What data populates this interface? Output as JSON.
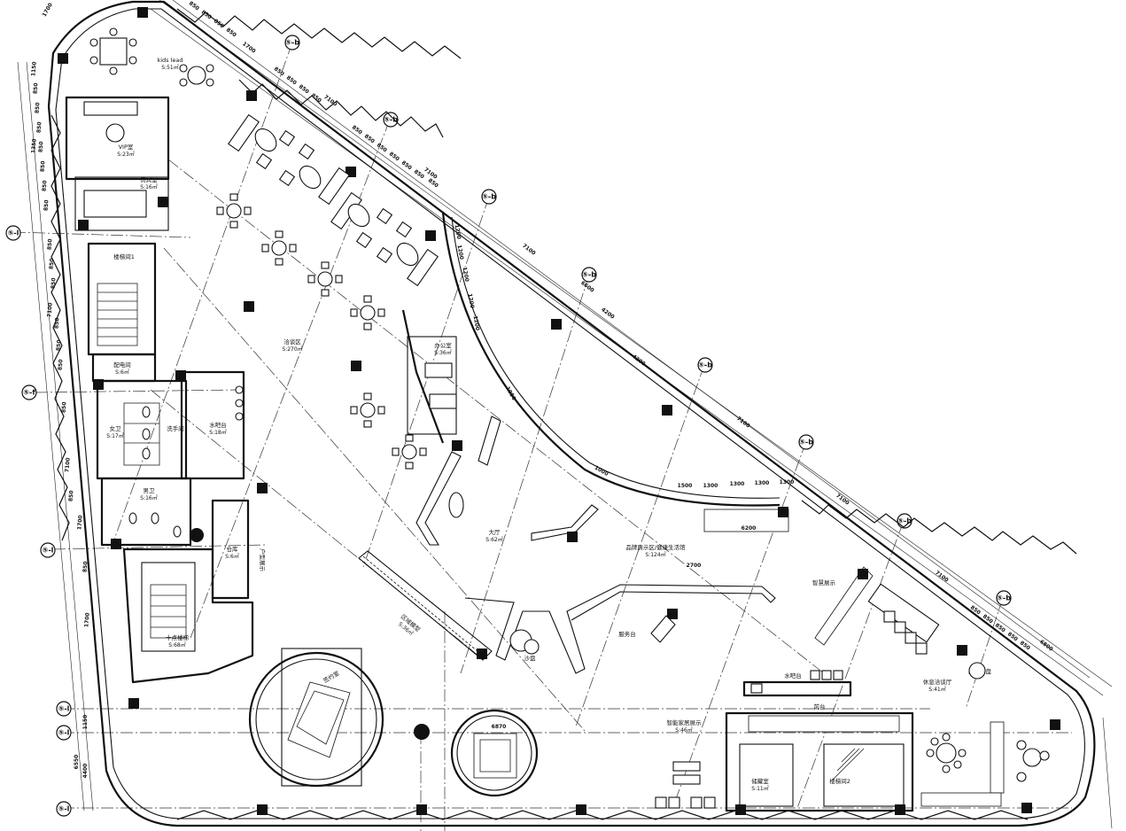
{
  "grid_tags": {
    "top": [
      "⑤-b",
      "⑤-b",
      "⑤-b",
      "⑤-b",
      "⑤-b",
      "⑤-b",
      "⑤-b",
      "⑤-b"
    ],
    "left": [
      "⑤-l",
      "⑤-f",
      "⑤-l",
      "⑤-l",
      "⑤-l",
      "⑤-l"
    ]
  },
  "rooms": [
    {
      "name": "kids lead",
      "area": "S:51㎡"
    },
    {
      "name": "VIP室",
      "area": "S:23㎡"
    },
    {
      "name": "贵宾室",
      "area": "S:16㎡"
    },
    {
      "name": "楼梯间1",
      "area": ""
    },
    {
      "name": "配电间",
      "area": "S:6㎡"
    },
    {
      "name": "女卫",
      "area": "S:17㎡"
    },
    {
      "name": "洗手间",
      "area": ""
    },
    {
      "name": "水吧台",
      "area": "S:18㎡"
    },
    {
      "name": "男卫",
      "area": "S:16㎡"
    },
    {
      "name": "仓库",
      "area": "S:6㎡"
    },
    {
      "name": "户型展示",
      "area": ""
    },
    {
      "name": "十点楼梯",
      "area": "S:68㎡"
    },
    {
      "name": "洽谈区",
      "area": "S:270㎡"
    },
    {
      "name": "办公室",
      "area": "S:36㎡"
    },
    {
      "name": "大厅",
      "area": "S:62㎡"
    },
    {
      "name": "品牌展示区/健康生活馆",
      "area": "S:124㎡"
    },
    {
      "name": "区域模型",
      "area": "S:36㎡"
    },
    {
      "name": "沙盘",
      "area": ""
    },
    {
      "name": "智慧展示",
      "area": ""
    },
    {
      "name": "服务台",
      "area": ""
    },
    {
      "name": "前台",
      "area": ""
    },
    {
      "name": "智能家居展示",
      "area": "S:46㎡"
    },
    {
      "name": "水吧台",
      "area": ""
    },
    {
      "name": "储藏室",
      "area": "S:11㎡"
    },
    {
      "name": "楼梯间2",
      "area": ""
    },
    {
      "name": "签约室",
      "area": ""
    },
    {
      "name": "休息洽谈厅",
      "area": "S:41㎡"
    },
    {
      "name": "区位沙盘",
      "area": ""
    }
  ],
  "dims": {
    "top": [
      "1700",
      "850",
      "850",
      "850",
      "850",
      "1700",
      "850",
      "850",
      "850",
      "850",
      "7100",
      "850",
      "850",
      "850",
      "850",
      "7100",
      "850",
      "850",
      "850",
      "7100",
      "7100",
      "7100",
      "7100",
      "6800",
      "850",
      "850",
      "850",
      "850",
      "850"
    ],
    "left": [
      "1150",
      "850",
      "850",
      "850",
      "850",
      "850",
      "850",
      "850",
      "1350",
      "850",
      "850",
      "850",
      "7100",
      "850",
      "850",
      "850",
      "850",
      "7100",
      "850",
      "1700",
      "850",
      "1700",
      "6550",
      "4400",
      "1150"
    ],
    "inner": [
      "1200",
      "1200",
      "1200",
      "1200",
      "1200",
      "4200",
      "4200",
      "6600",
      "1000",
      "1500",
      "1300",
      "1300",
      "1300",
      "1300",
      "6200",
      "2700",
      "6870",
      "1050"
    ]
  }
}
